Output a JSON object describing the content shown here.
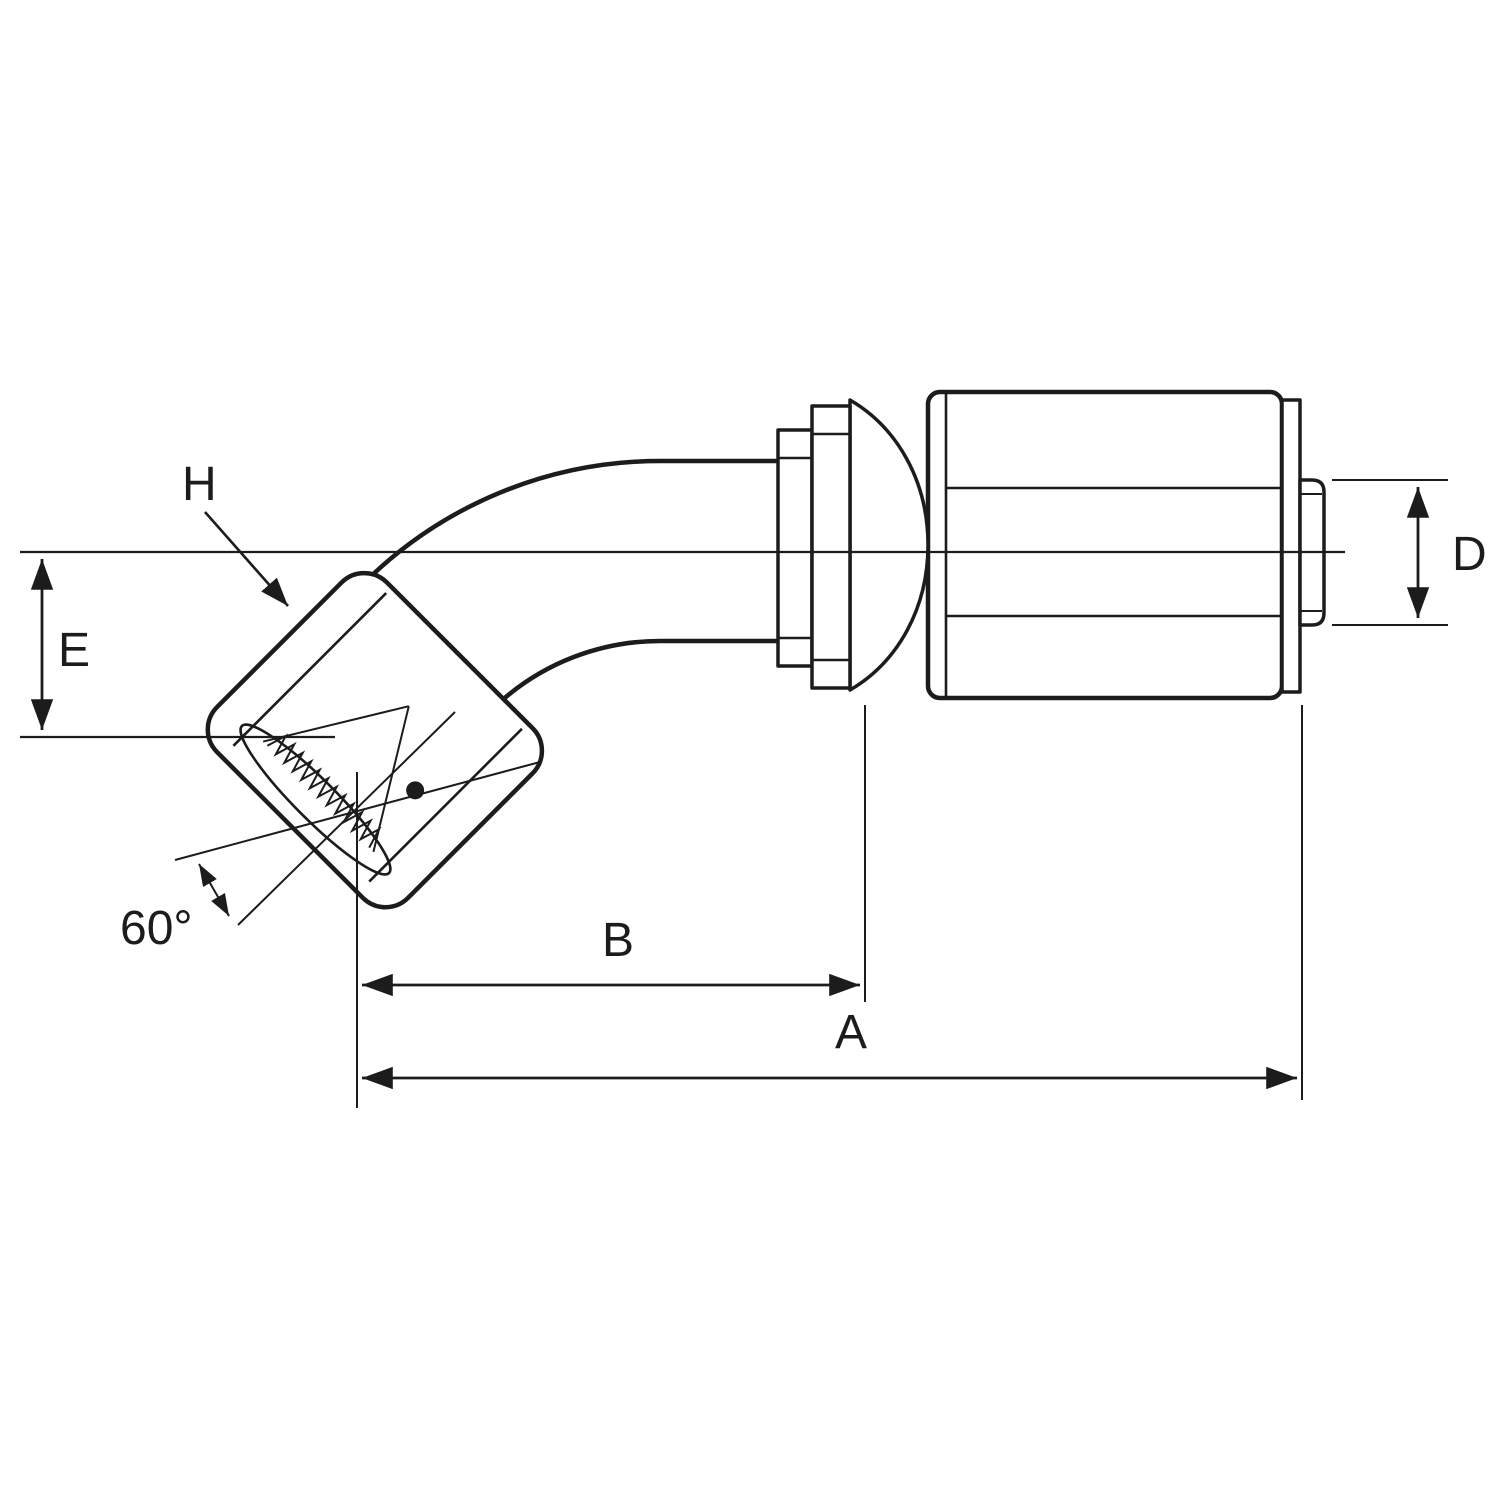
{
  "colors": {
    "background": "#ffffff",
    "line": "#1c1c1c"
  },
  "diagram": {
    "labels": {
      "h": "H",
      "e": "E",
      "d": "D",
      "b": "B",
      "a": "A",
      "seat_angle": "60°"
    }
  }
}
